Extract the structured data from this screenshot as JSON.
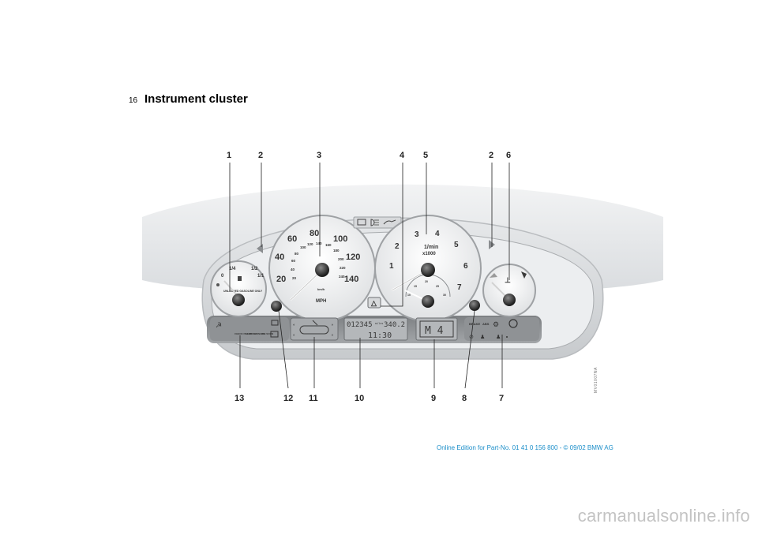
{
  "page": {
    "number": "16",
    "title": "Instrument cluster"
  },
  "figure": {
    "callouts_top": [
      "1",
      "2",
      "3",
      "4",
      "5",
      "2",
      "6"
    ],
    "callouts_bottom": [
      "13",
      "12",
      "11",
      "10",
      "9",
      "8",
      "7"
    ],
    "fuel_gauge": {
      "ticks": [
        "0",
        "1/4",
        "1/2",
        "1/1"
      ],
      "label": "UNLEADED GASOLINE ONLY"
    },
    "speedometer": {
      "mph_ticks": [
        "20",
        "40",
        "60",
        "80",
        "100",
        "120",
        "140"
      ],
      "kmh_ticks": [
        "20",
        "40",
        "60",
        "80",
        "100",
        "120",
        "140",
        "160",
        "180",
        "200",
        "220",
        "240"
      ],
      "unit": "MPH",
      "unit_small": "km/h"
    },
    "tachometer": {
      "ticks": [
        "1",
        "2",
        "3",
        "4",
        "5",
        "6",
        "7"
      ],
      "unit_line1": "1/min",
      "unit_line2": "x1000",
      "economy_ticks": [
        "10",
        "15",
        "20",
        "25",
        "30"
      ]
    },
    "temp_gauge": {},
    "odometer": {
      "total": "012345",
      "trip_unit": "miles",
      "trip": "340.2",
      "clock": "11:30"
    },
    "gear_display": {
      "text": "M 4"
    },
    "warning_panel": {
      "brake": "BRAKE",
      "abs": "ABS"
    },
    "left_panel": {
      "check_label": "CHECK FILLER CAP",
      "service_label": "SERVICE ENGINE SOON",
      "oil": "OIL"
    },
    "image_code": "MV01007NA"
  },
  "footer": {
    "text": "Online Edition for Part-No. 01 41 0 156 800 - © 09/02 BMW AG"
  },
  "watermark": {
    "text": "carmanualsonline.info"
  }
}
